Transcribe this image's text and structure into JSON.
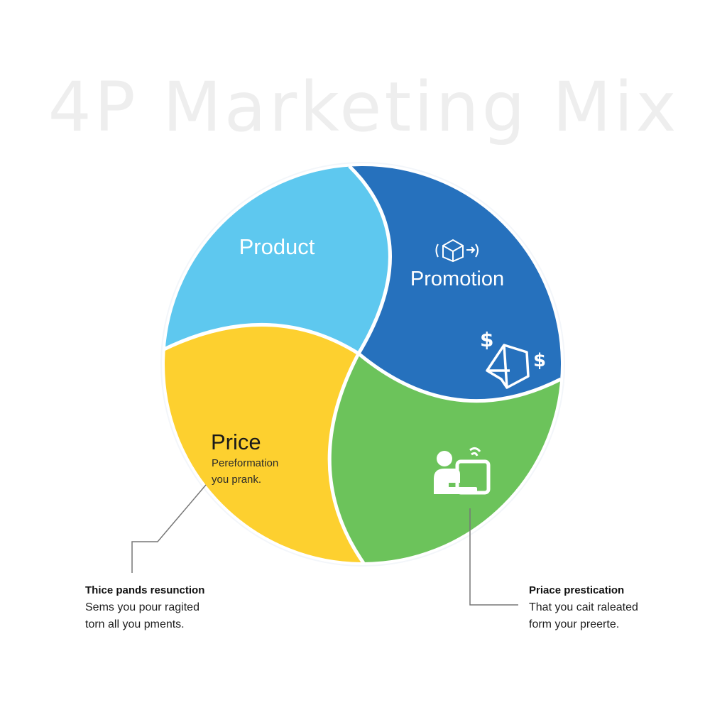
{
  "title": "4P Marketing Mix",
  "segments": {
    "product": {
      "label": "Product",
      "color": "#5ec8ef"
    },
    "promotion": {
      "label": "Promotion",
      "color": "#2671bd",
      "icon": "box-arrow-icon",
      "icon2": "dollar-shape-icon"
    },
    "price": {
      "label": "Price",
      "sub1": "Pereformation",
      "sub2": "you prank.",
      "color": "#fdd02f"
    },
    "place": {
      "color": "#6cc35b",
      "icon": "person-screen-icon"
    }
  },
  "notes": {
    "left": {
      "heading": "Thice pands resunction",
      "line1": "Sems you pour ragited",
      "line2": "torn all you pments."
    },
    "right": {
      "heading": "Priace prestication",
      "line1": "That you cait raleated",
      "line2": "form your preerte."
    }
  }
}
